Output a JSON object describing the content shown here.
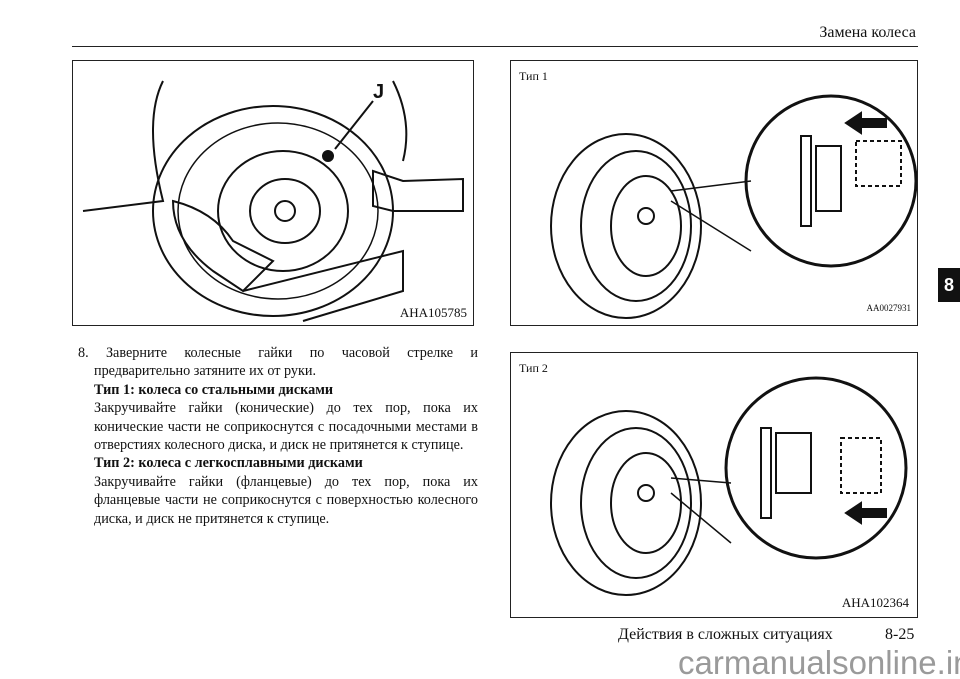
{
  "header": {
    "title": "Замена колеса"
  },
  "chapter_tab": "8",
  "figures": {
    "fig1": {
      "id": "AHA105785",
      "callout": "J"
    },
    "fig2": {
      "label": "Тип 1",
      "id": "AA0027931"
    },
    "fig3": {
      "label": "Тип 2",
      "id": "AHA102364"
    }
  },
  "body": {
    "step_number": "8.",
    "step_text": "Заверните колесные гайки по часовой стрелке и предварительно затяните их от руки.",
    "type1_heading": "Тип 1: колеса со стальными дисками",
    "type1_text": "Закручивайте гайки (конические) до тех пор, пока их конические части не соприкоснутся с посадочными местами в отверстиях колесного диска, и диск не притянется к ступице.",
    "type2_heading": "Тип 2: колеса с легкосплавными дисками",
    "type2_text": "Закручивайте гайки (фланцевые) до тех пор, пока их фланцевые части не соприкоснутся с поверхностью колесного диска, и диск не притянется к ступице."
  },
  "footer": {
    "section": "Действия в сложных ситуациях",
    "page": "8-25"
  },
  "watermark": "carmanualsonline.info"
}
